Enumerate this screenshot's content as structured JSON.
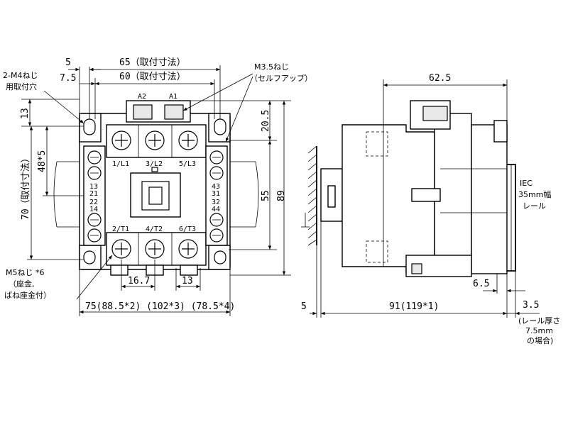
{
  "labels": {
    "d5": "5",
    "d65": "65（取付寸法）",
    "d7_5": "7.5",
    "d60": "60（取付寸法）",
    "screw_m4_l1": "2-M4ねじ",
    "screw_m4_l2": "用取付穴",
    "d13_left": "13",
    "d48": "48*5",
    "d70": "70（取付寸法）",
    "screw_m35_l1": "M3.5ねじ",
    "screw_m35_l2": "（セルフアップ）",
    "d20_5": "20.5",
    "d55": "55",
    "d89": "89",
    "term_a2": "A2",
    "term_a1": "A1",
    "term_l1": "1/L1",
    "term_l2": "3/L2",
    "term_l3": "5/L3",
    "term_t1": "2/T1",
    "term_t2": "4/T2",
    "term_t3": "6/T3",
    "aux_left": [
      "13",
      "21",
      "22",
      "14"
    ],
    "aux_right": [
      "43",
      "31",
      "32",
      "44"
    ],
    "screw_m5_l1": "M5ねじ  *6",
    "screw_m5_l2": "（座金,",
    "screw_m5_l3": "ばね座金付）",
    "d16_7": "16.7",
    "d13_bottom": "13",
    "d75": "75(88.5*2) (102*3) (78.5*4)",
    "d62_5": "62.5",
    "rail_l1": "IEC",
    "rail_l2": "35mm幅",
    "rail_l3": "レール",
    "d5_side": "5",
    "d91": "91(119*1)",
    "d6_5": "6.5",
    "d3_5": "3.5",
    "note_l1": "(レール厚さ",
    "note_l2": "7.5mm",
    "note_l3": "の場合)"
  }
}
